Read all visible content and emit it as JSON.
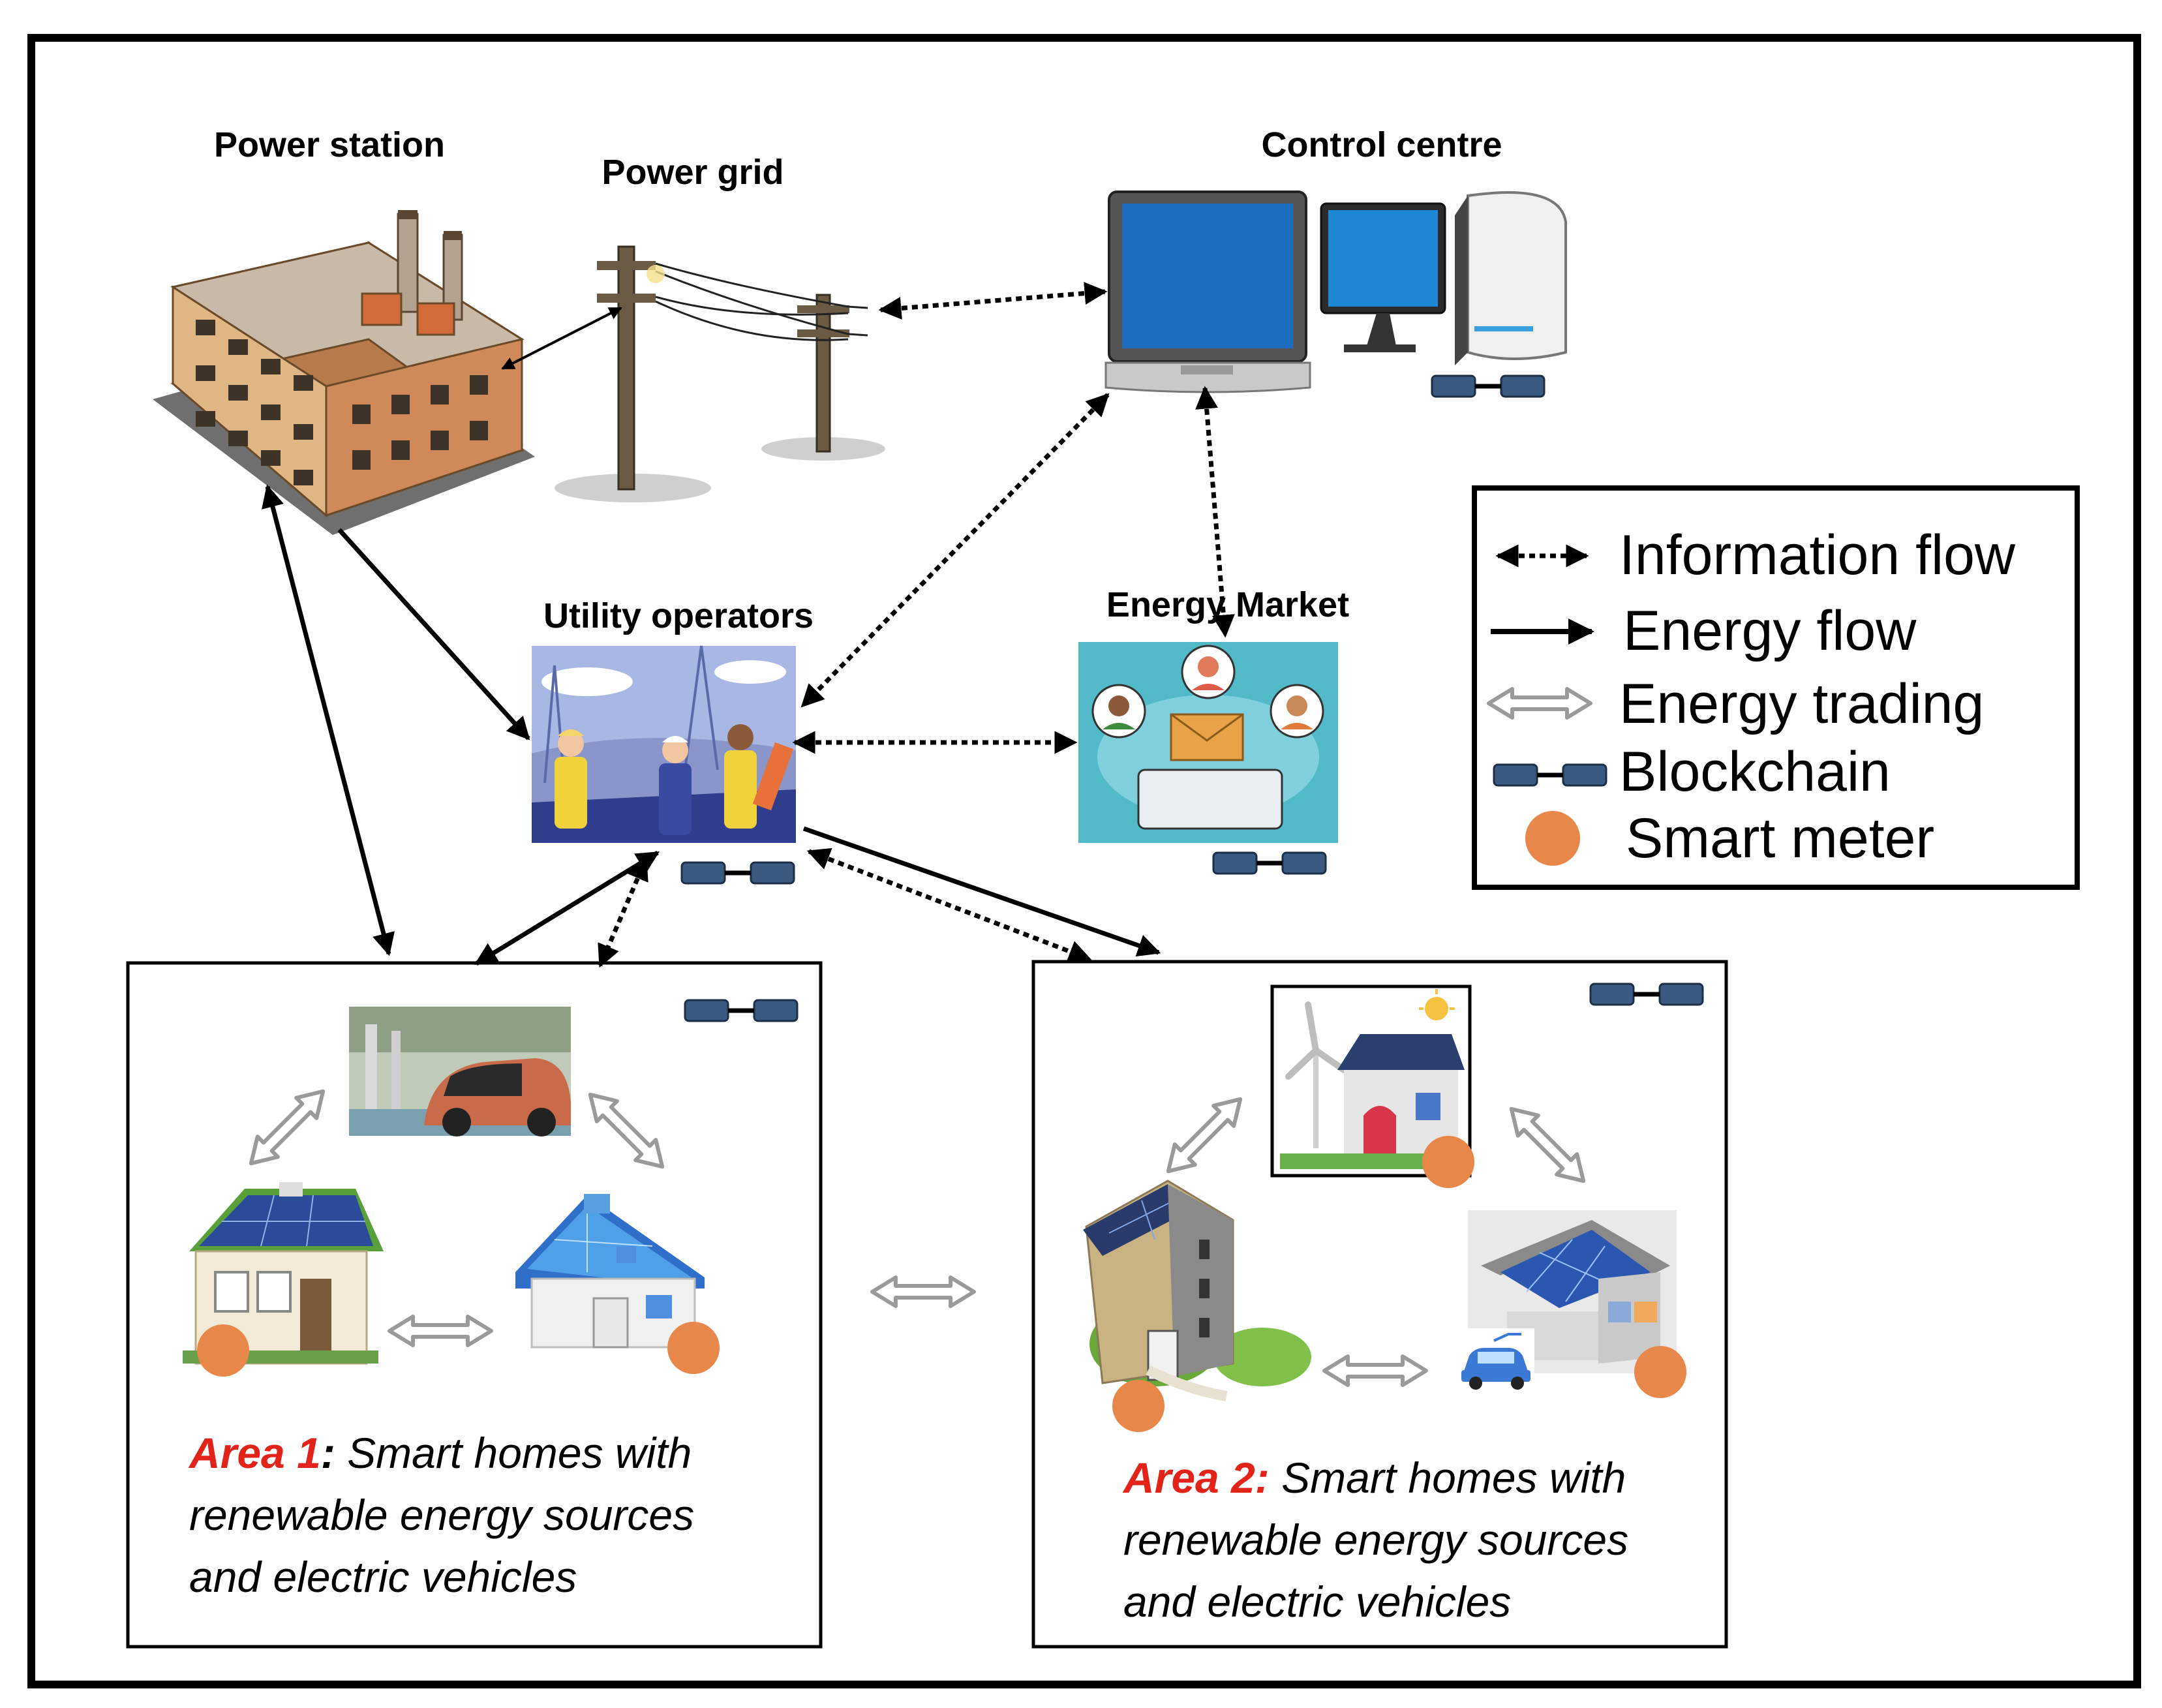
{
  "labels": {
    "power_station": "Power station",
    "power_grid": "Power grid",
    "control_centre": "Control centre",
    "utility_operators": "Utility operators",
    "energy_market": "Energy Market"
  },
  "area1": {
    "title": "Area 1",
    "colon": ":",
    "line1_rest": " Smart homes with",
    "line2": "renewable energy sources",
    "line3": "and electric vehicles"
  },
  "area2": {
    "title": "Area 2:",
    "line1_rest": " Smart homes with",
    "line2": "renewable energy sources",
    "line3": "and electric vehicles"
  },
  "legend": {
    "information_flow": "Information flow",
    "energy_flow": "Energy flow",
    "energy_trading": "Energy trading",
    "blockchain": "Blockchain",
    "smart_meter": "Smart meter"
  },
  "colors": {
    "meter": "#e8874a",
    "blockchain": "#3b5a82",
    "area_highlight": "#e2231a",
    "trading_arrow": "#9a9a9a"
  }
}
